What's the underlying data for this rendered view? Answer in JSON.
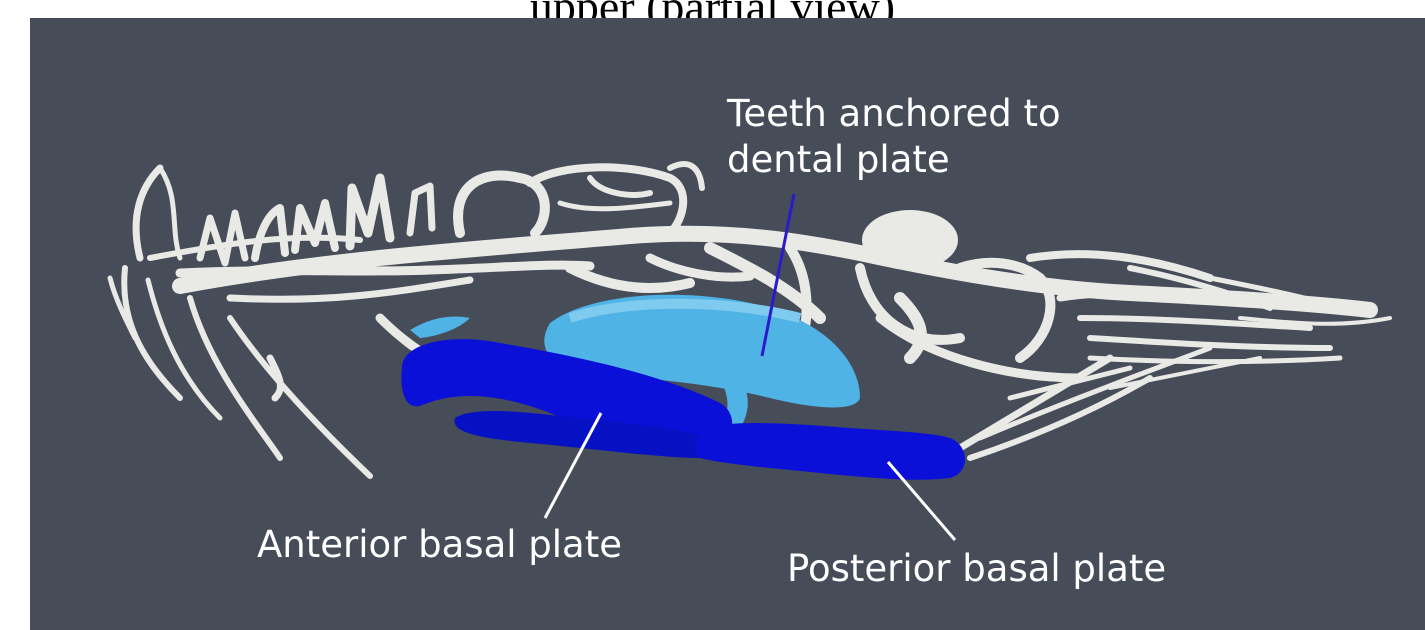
{
  "header": {
    "title_fragment": "upper (partial view)"
  },
  "labels": {
    "teeth": [
      "Teeth anchored to",
      "dental plate"
    ],
    "anterior": "Anterior basal plate",
    "posterior": "Posterior basal plate"
  },
  "colors": {
    "background": "#474c59",
    "bone": "#e9e9e6",
    "dental_plate": "#4fb3e6",
    "basal_plates": "#0a10d8",
    "teeth_pointer": "#2a1acc",
    "label_text": "#ffffff"
  }
}
